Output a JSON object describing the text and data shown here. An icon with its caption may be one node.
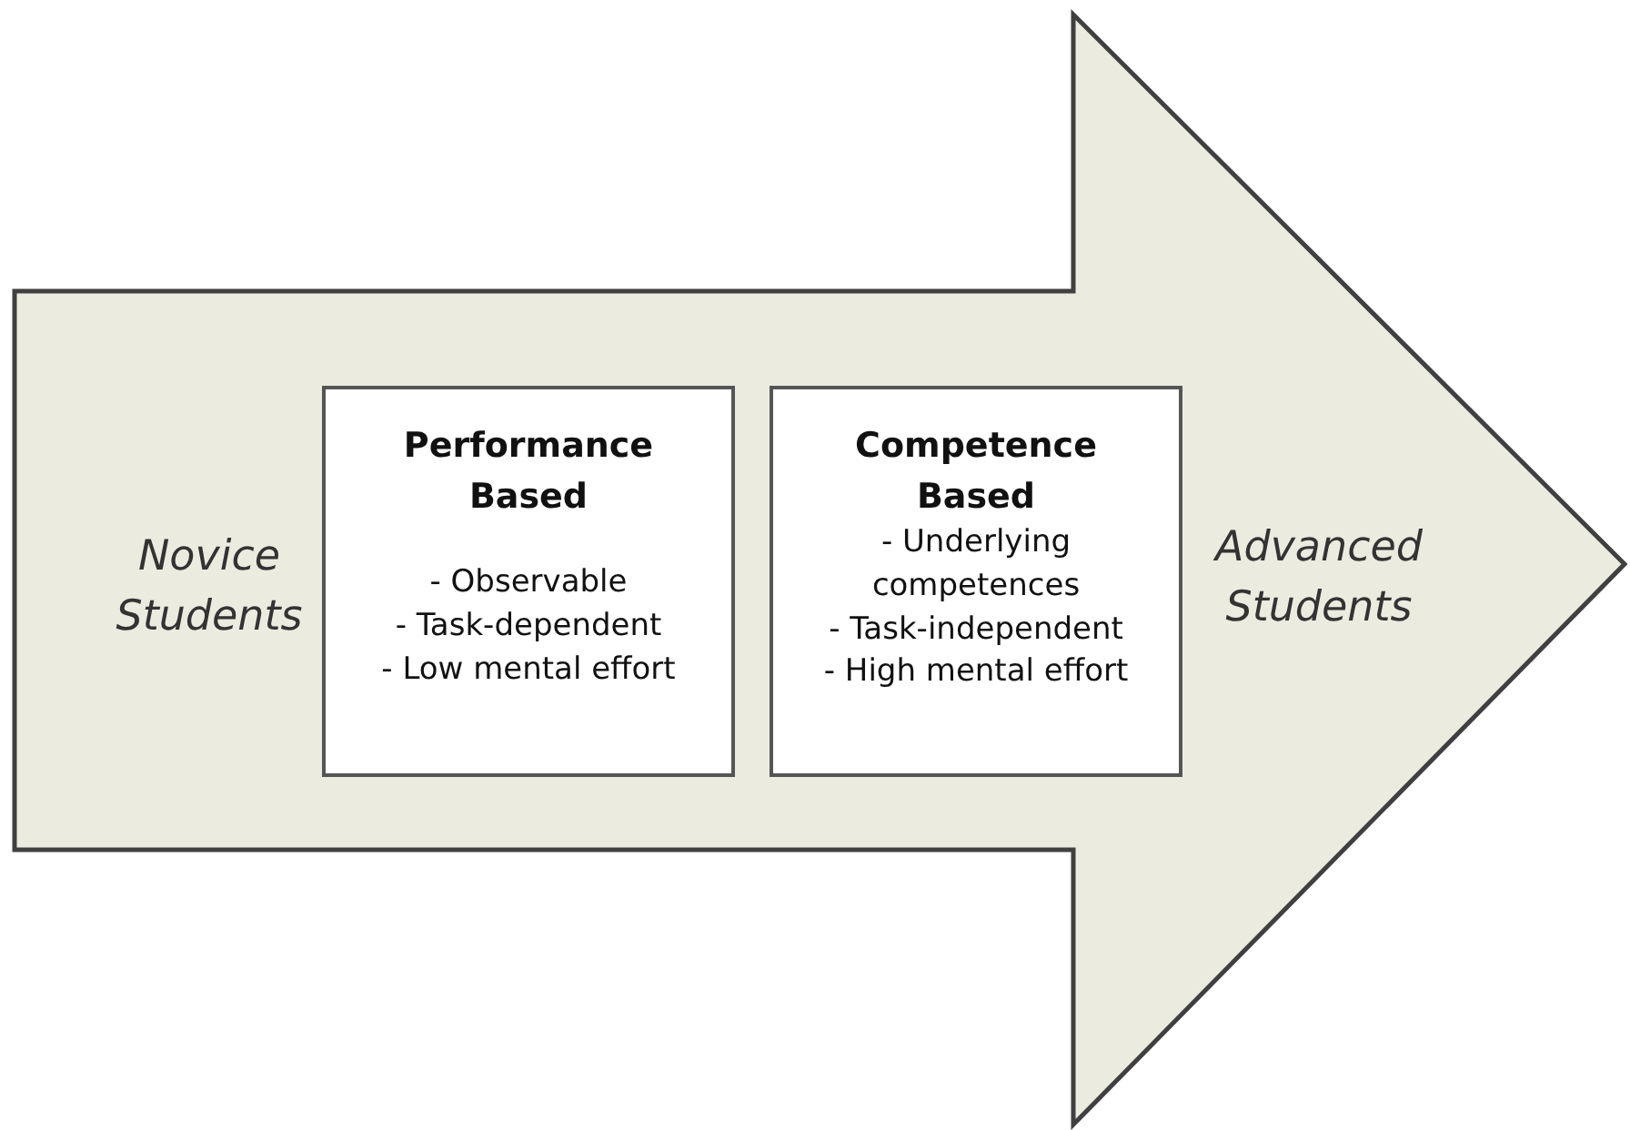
{
  "diagram": {
    "nodes": [
      {
        "text": [
          "Novice Students",
          "Advanced Students"
        ]
      },
      {
        "text": [
          "Performance Based",
          "- Observable",
          "- Task-dependent",
          "- Low mental effort"
        ],
        "in": 0
      },
      {
        "text": [
          "Competence Based",
          "- Underlying competences",
          "- Task-independent",
          "- High mental effort"
        ],
        "in": 0
      }
    ]
  }
}
